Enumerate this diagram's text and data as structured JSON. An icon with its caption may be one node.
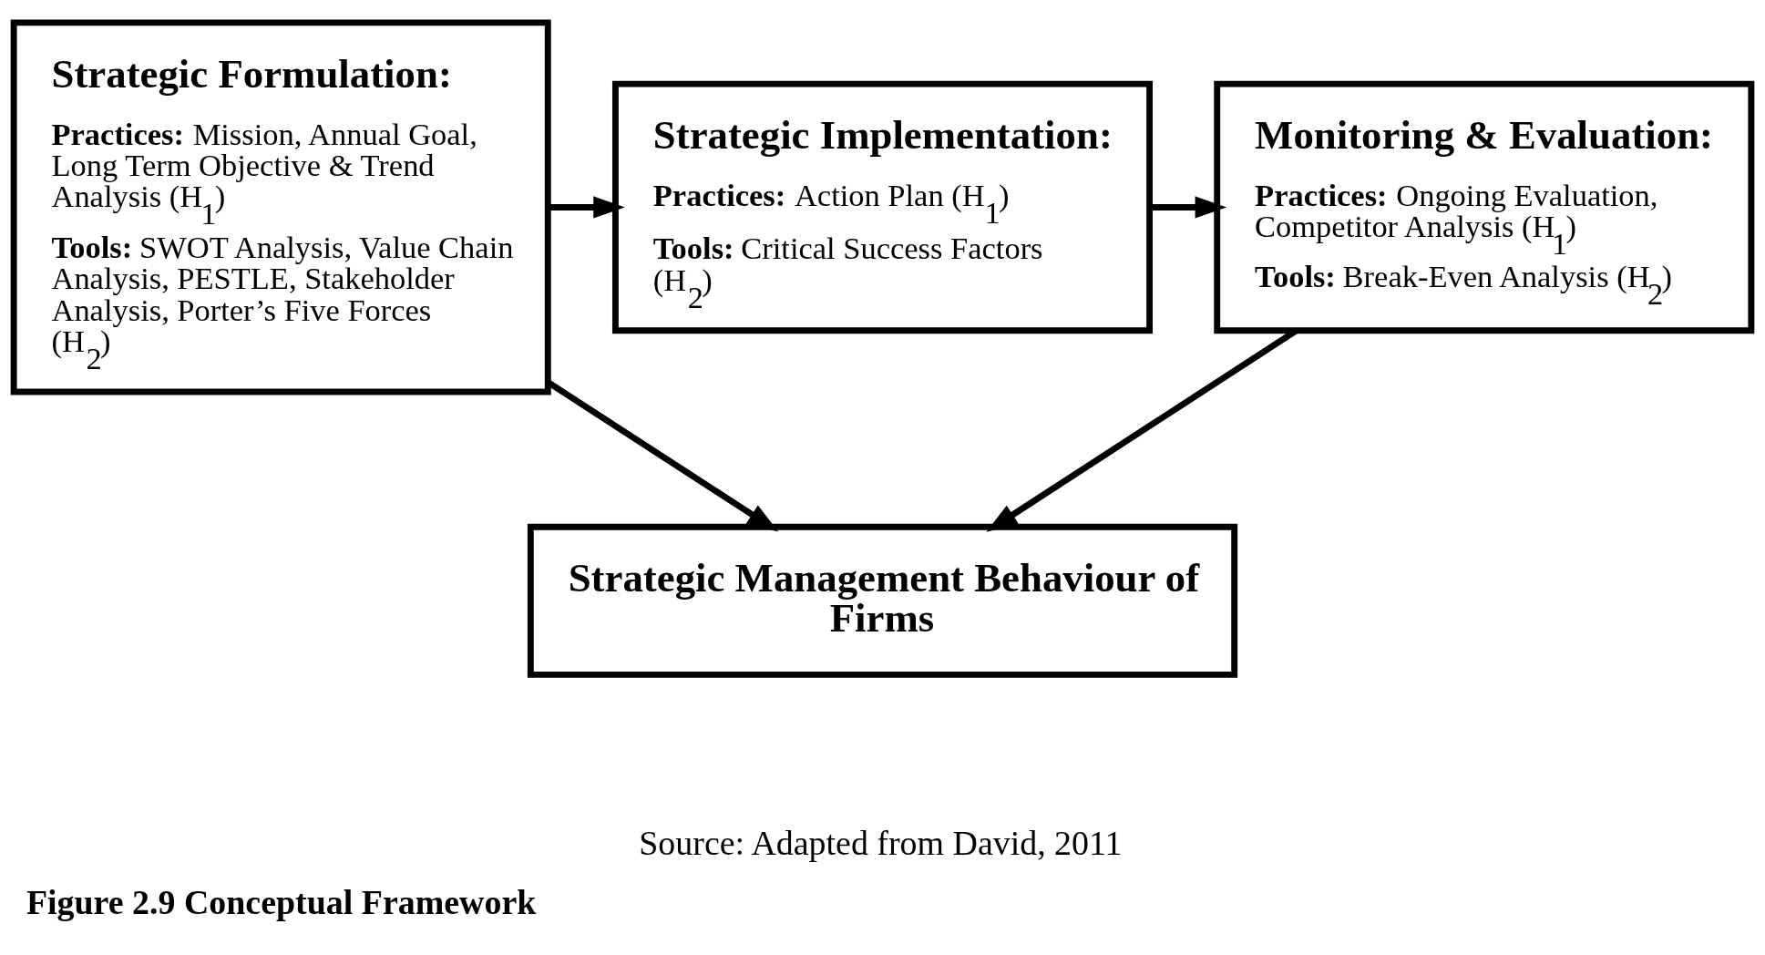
{
  "diagram": {
    "caption": "Figure 2.9 Conceptual Framework",
    "nodes": [
      {
        "text": [
          "Strategic Formulation:",
          "**Practices:** Mission, Annual Goal, Long Term Objective & Trend Analysis (H$_{1}$)",
          "**Tools:** SWOT Analysis, Value Chain Analysis, PESTLE, Stakeholder Analysis, Porter’s Five Forces (H$_{2}$)"
        ]
      },
      {
        "text": [
          "Strategic Implementation:",
          "**Practices:** Action Plan (H$_{1}$)",
          "**Tools:** Critical Success Factors (H$_{2}$)"
        ]
      },
      {
        "text": [
          "Monitoring & Evaluation:",
          "**Practices:** Ongoing Evaluation, Competitor Analysis (H$_{1}$)",
          "**Tools:** Break-Even Analysis (H$_{2}$)"
        ]
      },
      {
        "text": [
          "Strategic Management Behaviour of Firms"
        ]
      }
    ],
    "edges": [
      {
        "from": 0,
        "to": 1,
        "arrow": "to"
      },
      {
        "from": 1,
        "to": 2,
        "arrow": "to"
      },
      {
        "from": 0,
        "to": 3,
        "arrow": "to"
      },
      {
        "from": 2,
        "to": 3,
        "arrow": "to"
      }
    ],
    "labels": [
      "Source: Adapted from David, 2011"
    ]
  }
}
